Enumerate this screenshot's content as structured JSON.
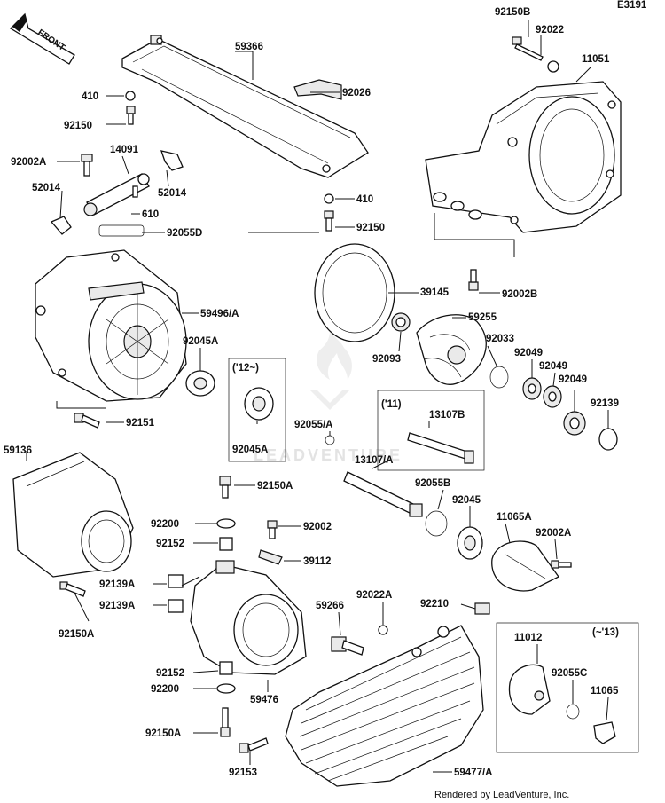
{
  "diagram": {
    "code": "E3191",
    "front_label": "FRONT",
    "credit": "Rendered by LeadVenture, Inc.",
    "watermark": "LEADVENTURE",
    "notes": [
      "('12~)",
      "('11)",
      "(~'13)"
    ],
    "labels": [
      "92150B",
      "92022",
      "11051",
      "59366",
      "410",
      "92026",
      "92150",
      "92002A",
      "14091",
      "52014",
      "52014",
      "410",
      "610",
      "92150",
      "92055D",
      "39145",
      "92002B",
      "59496/A",
      "59255",
      "92093",
      "92033",
      "92045A",
      "92049",
      "92049",
      "92049",
      "92045A",
      "92139",
      "92151",
      "92055/A",
      "13107B",
      "13107/A",
      "59136",
      "92150A",
      "92055B",
      "92045",
      "92200",
      "92002",
      "11065A",
      "92152",
      "92002A",
      "39112",
      "92139A",
      "92139A",
      "92022A",
      "92210",
      "59266",
      "92150A",
      "11012",
      "92055C",
      "92152",
      "11065",
      "92200",
      "59476",
      "92150A",
      "59477/A",
      "92153"
    ]
  }
}
